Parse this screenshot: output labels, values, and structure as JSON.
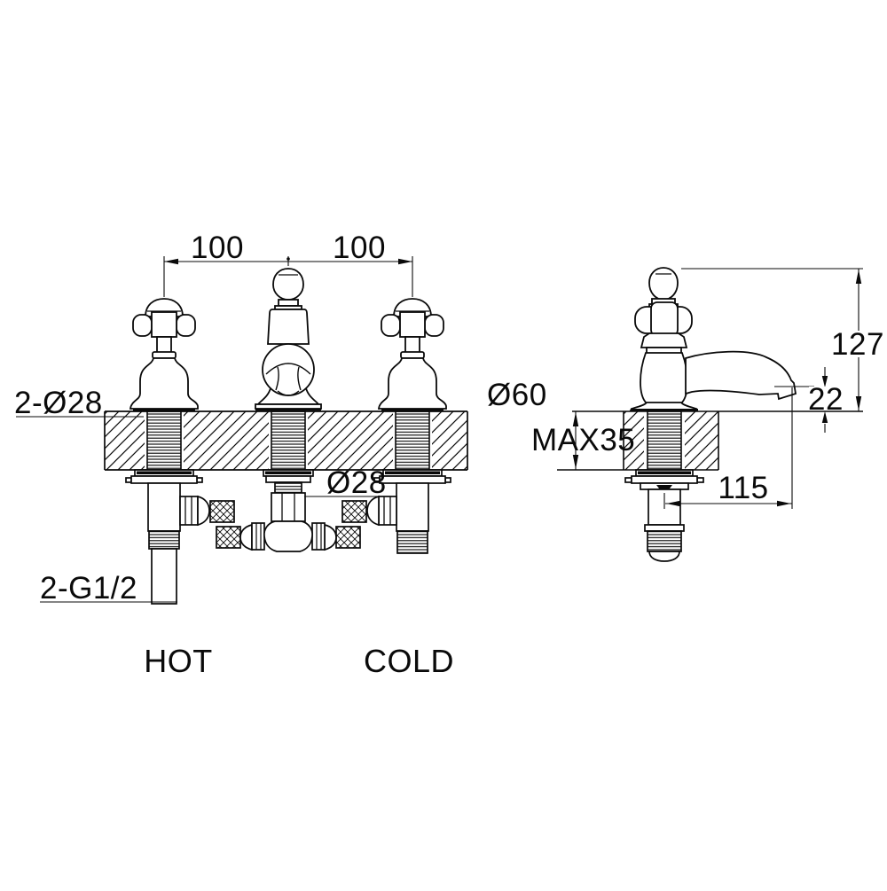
{
  "drawing": {
    "front_view": {
      "dim_spacing_left": "100",
      "dim_spacing_right": "100",
      "label_hole_diameter": "2-Ø28",
      "label_shank_diameter": "Ø28",
      "label_inlet_thread": "2-G1/2",
      "label_hot": "HOT",
      "label_cold": "COLD"
    },
    "side_view": {
      "label_base_diameter": "Ø60",
      "dim_total_height": "127",
      "dim_spout_drop": "22",
      "label_max_deck_thickness": "MAX35",
      "dim_spout_reach": "115"
    },
    "colors": {
      "line": "#0a0a0a",
      "background": "#ffffff"
    }
  }
}
